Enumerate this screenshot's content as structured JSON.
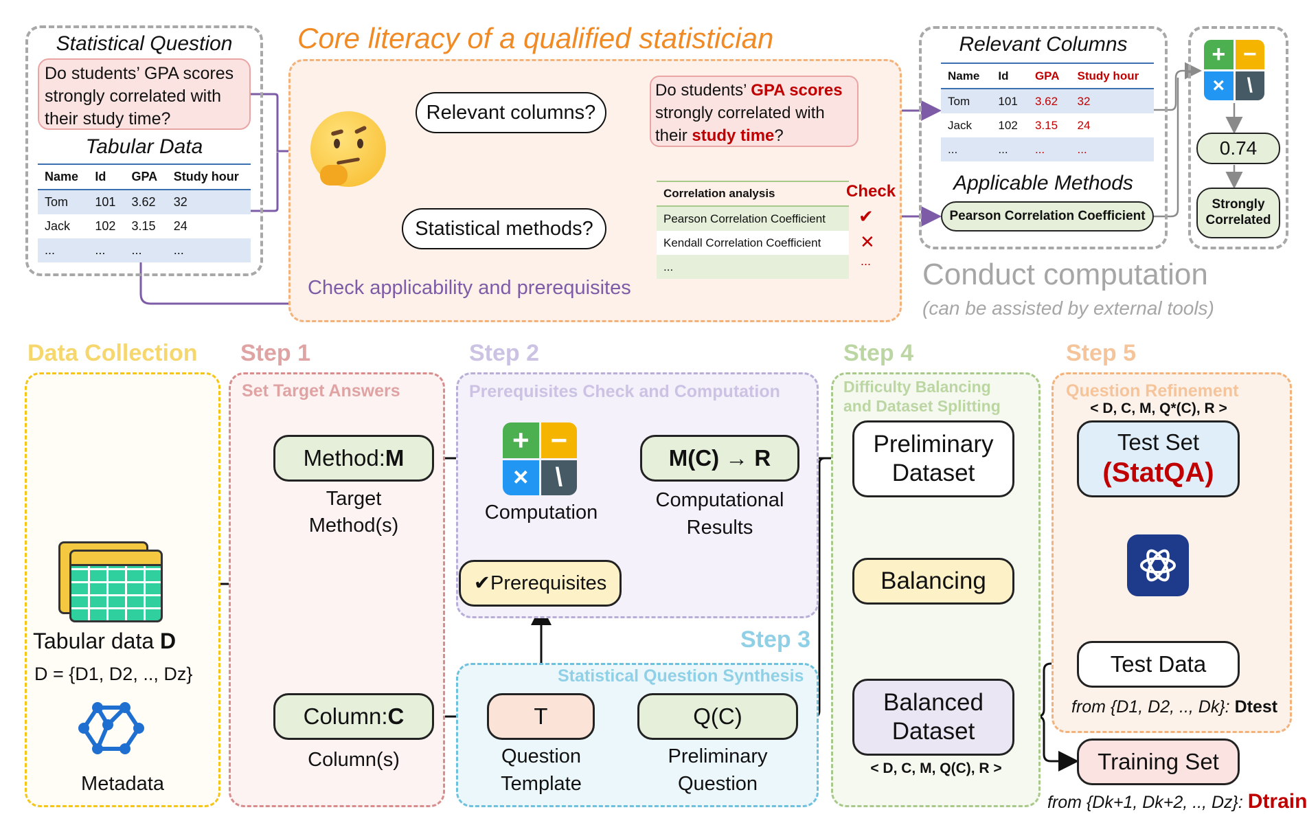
{
  "top": {
    "question_title": "Statistical Question",
    "question_text": [
      "Do students’ GPA scores",
      "strongly correlated with",
      "their study time?"
    ],
    "tabular_title": "Tabular Data",
    "table": {
      "headers": [
        "Name",
        "Id",
        "GPA",
        "Study hour"
      ],
      "rows": [
        [
          "Tom",
          "101",
          "3.62",
          "32"
        ],
        [
          "Jack",
          "102",
          "3.15",
          "24"
        ],
        [
          "...",
          "...",
          "...",
          "..."
        ]
      ]
    },
    "core_title": "Core literacy of a qualified statistician",
    "bubble_columns": "Relevant columns?",
    "bubble_methods": "Statistical methods?",
    "highlight_question": {
      "pre1": "Do students’ ",
      "hl1": "GPA scores",
      "line2": "strongly correlated with",
      "pre3": "their ",
      "hl3": "study time",
      "post3": "?"
    },
    "methods_table": {
      "header": "Correlation analysis",
      "check_label": "Check",
      "rows": [
        "Pearson Correlation Coefficient",
        "Kendall Correlation Coefficient",
        "..."
      ],
      "marks": [
        "✔",
        "✕",
        "..."
      ]
    },
    "check_applicability": "Check applicability and prerequisites",
    "relevant_columns_title": "Relevant Columns",
    "relevant_table": {
      "headers": [
        "Name",
        "Id",
        "GPA",
        "Study hour"
      ],
      "rows": [
        [
          "Tom",
          "101",
          "3.62",
          "32"
        ],
        [
          "Jack",
          "102",
          "3.15",
          "24"
        ],
        [
          "...",
          "...",
          "...",
          "..."
        ]
      ]
    },
    "applicable_methods_title": "Applicable Methods",
    "applicable_method": "Pearson Correlation Coefficient",
    "result_value": "0.74",
    "result_label": "Strongly Correlated",
    "conduct_title": "Conduct computation",
    "conduct_sub": "(can be assisted by external tools)"
  },
  "sections": {
    "data_collection": "Data Collection",
    "step1": "Step 1",
    "step1_sub": "Set Target Answers",
    "step2": "Step 2",
    "step2_sub": "Prerequisites Check and Computation",
    "step3": "Step 3",
    "step3_sub": "Statistical Question Synthesis",
    "step4": "Step 4",
    "step4_sub1": "Difficulty Balancing",
    "step4_sub2": "and Dataset Splitting",
    "step5": "Step 5",
    "step5_sub": "Question Refinement"
  },
  "flow": {
    "tabular_label": "Tabular data ",
    "tabular_D": "D",
    "d_eq": "D = {D1, D2, .., Dz}",
    "metadata": "Metadata",
    "method_box": "Method: ",
    "method_sym": "M",
    "target_methods_1": "Target",
    "target_methods_2": "Method(s)",
    "column_box": "Column: ",
    "column_sym": "C",
    "columns_label": "Column(s)",
    "computation": "Computation",
    "mc_r": "M(C) → R",
    "comp_results_1": "Computational",
    "comp_results_2": "Results",
    "prerequisites": "✔Prerequisites",
    "t_box": "T",
    "question_template_1": "Question",
    "question_template_2": "Template",
    "qc_box": "Q(C)",
    "prelim_question_1": "Preliminary",
    "prelim_question_2": "Question",
    "prelim_dataset_1": "Preliminary",
    "prelim_dataset_2": "Dataset",
    "balancing": "Balancing",
    "balanced_dataset_1": "Balanced",
    "balanced_dataset_2": "Dataset",
    "tuple_balanced": "< D, C, M, Q(C), R >",
    "tuple_refined": "< D, C, M, Q*(C), R >",
    "test_set": "Test Set",
    "statqa": "(StatQA)",
    "test_data": "Test Data",
    "from_test": "from {D1, D2, .., Dk}: ",
    "d_test": "Dtest",
    "training_set": "Training Set",
    "from_train": "from {Dk+1, Dk+2, .., Dz}: ",
    "d_train": "Dtrain"
  },
  "colors": {
    "purple_arrow": "#7d5ba6",
    "data_collection": "#f5c518",
    "step1": "#d98c8c",
    "step2": "#b9aed8",
    "step3": "#6ec1dc",
    "step4": "#a9c98a",
    "step5": "#f2b27a",
    "core_orange": "#f08a24",
    "green_box": "#e5efda",
    "yellow_box": "#fdf1c8",
    "red_accent": "#c00000"
  }
}
